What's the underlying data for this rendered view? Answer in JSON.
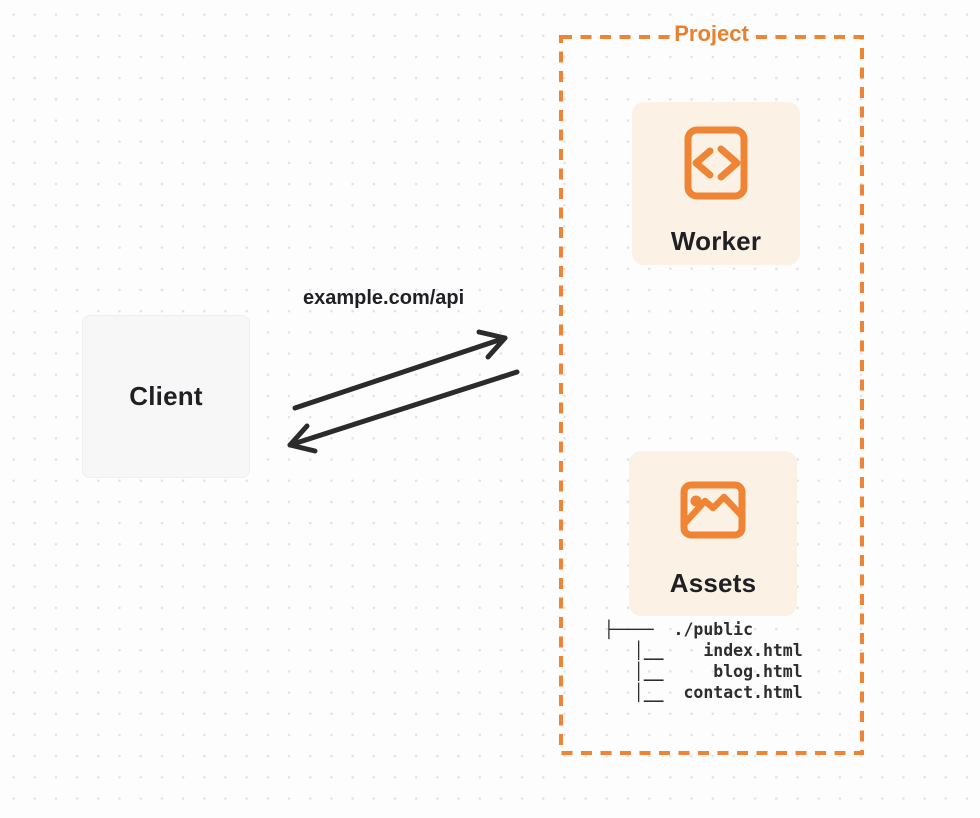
{
  "colors": {
    "accent_orange": "#EE8434",
    "project_label_orange": "#E8802C",
    "node_fill_cream": "#FBF2E5",
    "client_fill_gray": "#F7F7F7",
    "arrow_black": "#2B2B2B",
    "text_dark": "#1F2023",
    "background": "#FDFDFD",
    "dot_grid": "#E2E2E2"
  },
  "client": {
    "label": "Client"
  },
  "request": {
    "label": "example.com/api"
  },
  "project": {
    "label": "Project",
    "worker": {
      "label": "Worker",
      "icon": "code-icon"
    },
    "assets": {
      "label": "Assets",
      "icon": "image-icon"
    }
  },
  "tree": {
    "lines": [
      "├────  ./public",
      "   │__    index.html",
      "   │__     blog.html",
      "   │__  contact.html"
    ]
  }
}
